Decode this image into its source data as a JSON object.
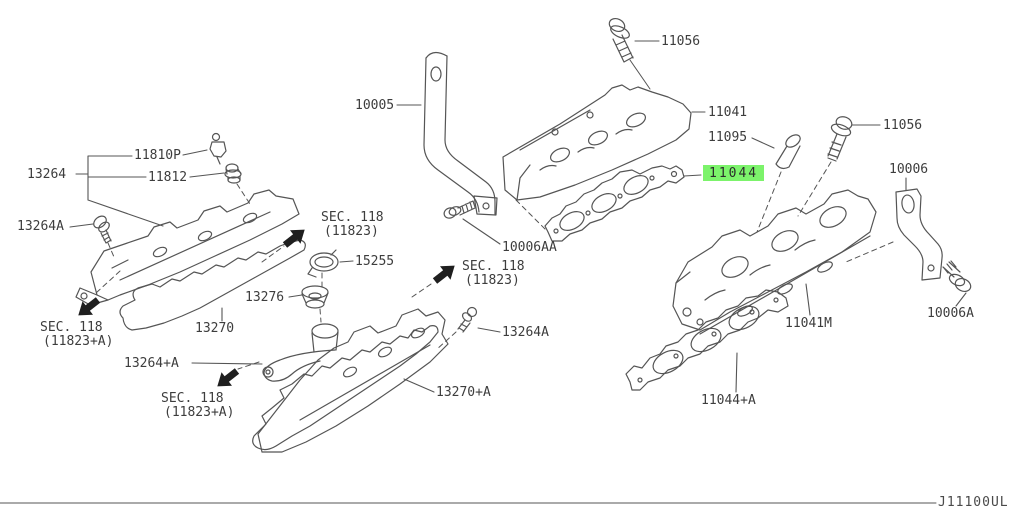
{
  "diagram": {
    "code": "J11100UL",
    "highlight_color": "#7CF36B",
    "line_color": "#555555",
    "highlighted_part": "11044"
  },
  "labels": {
    "bolt_upper": "11056",
    "bracket_front": "10005",
    "cyl_head_front": "11041",
    "dowel_pin": "11095",
    "head_gasket_front": "11044",
    "bolt_rear": "11056",
    "bracket_rear": "10006",
    "bracket_rear_bolt": "10006A",
    "bracket_front_bolt": "10006AA",
    "sensor": "11810P",
    "grommet": "11812",
    "harness_clip": "13264",
    "cover_bolt_front": "13264A",
    "cover_bolt_rear": "13264A",
    "cover_bolt_set": "13264+A",
    "filler_cap": "15255",
    "filler_cap_gasket": "13276",
    "cover_gasket_front": "13270",
    "cover_gasket_rear": "13270+A",
    "cyl_head_rear": "11041M",
    "head_gasket_rear": "11044+A"
  },
  "sec_refs": {
    "upper": {
      "line1": "SEC. 118",
      "line2": "(11823)"
    },
    "left": {
      "line1": "SEC. 118",
      "line2": "(11823+A)"
    },
    "lower": {
      "line1": "SEC. 118",
      "line2": "(11823+A)"
    },
    "right": {
      "line1": "SEC. 118",
      "line2": "(11823)"
    }
  }
}
